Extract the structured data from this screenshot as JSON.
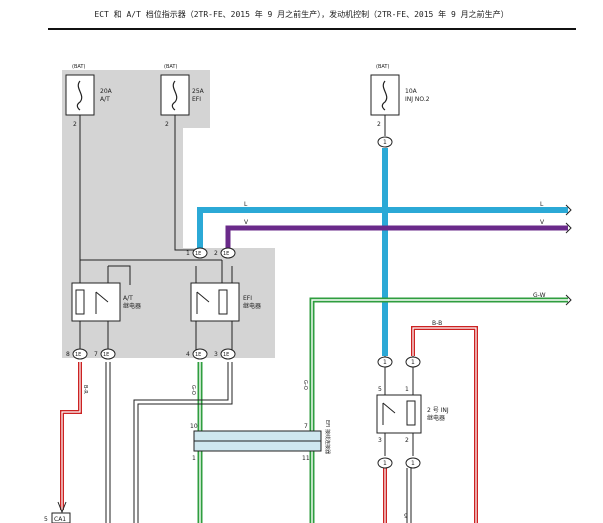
{
  "header": {
    "title": "ECT 和 A/T 档位指示器（2TR-FE、2015 年 9 月之前生产），发动机控制（2TR-FE、2015 年 9 月之前生产）"
  },
  "fuses": [
    {
      "id": "fuse_at",
      "source": "(BAT)",
      "rating": "20A",
      "name": "A/T",
      "pin": "2"
    },
    {
      "id": "fuse_efi",
      "source": "(BAT)",
      "rating": "25A",
      "name": "EFI",
      "pin": "2"
    },
    {
      "id": "fuse_inj",
      "source": "(BAT)",
      "rating": "10A",
      "name": "INJ NO.2",
      "pin": "2"
    }
  ],
  "relays": [
    {
      "id": "relay_at",
      "label": "A/T",
      "sublabel": "继电器"
    },
    {
      "id": "relay_efi",
      "label": "EFI",
      "sublabel": "继电器"
    },
    {
      "id": "relay_inj",
      "label": "2 号 INJ",
      "sublabel": "继电器",
      "pins": [
        "5",
        "1",
        "3",
        "2"
      ]
    }
  ],
  "connectors": {
    "top_pins": [
      {
        "num": "1",
        "code": "1E"
      },
      {
        "num": "2",
        "code": "1E"
      }
    ],
    "bottom_pins": [
      {
        "num": "8",
        "code": "1E"
      },
      {
        "num": "7",
        "code": "1E"
      },
      {
        "num": "4",
        "code": "1E"
      },
      {
        "num": "3",
        "code": "1E"
      }
    ],
    "inj_top_pins": [
      "1",
      "1"
    ],
    "inj_bottom_pins": [
      "1",
      "1"
    ],
    "inj_fuse_pin": "1"
  },
  "wires": {
    "l_label": "L",
    "l_label_right": "L",
    "v_label": "V",
    "v_label_right": "V",
    "gw_label": "G-W",
    "bb_label": "B-B",
    "left_vertical_label": "B-R",
    "efi_vertical_label": "G-O",
    "right_vertical_label": "G-O"
  },
  "bus": {
    "label": "EFI 接线连接器",
    "pins_left": [
      "10",
      "1"
    ],
    "pins_right": [
      "7",
      "11"
    ]
  },
  "bottom": {
    "connector_pin": "5",
    "connector_code": "CA1",
    "right_pin": "9"
  },
  "colors": {
    "blue_wire": "#2ba9d6",
    "violet_wire": "#6a2a8a",
    "green_wire": "#2f9e3f",
    "red_wire": "#cc2222",
    "junction_gray": "#d4d4d4"
  }
}
